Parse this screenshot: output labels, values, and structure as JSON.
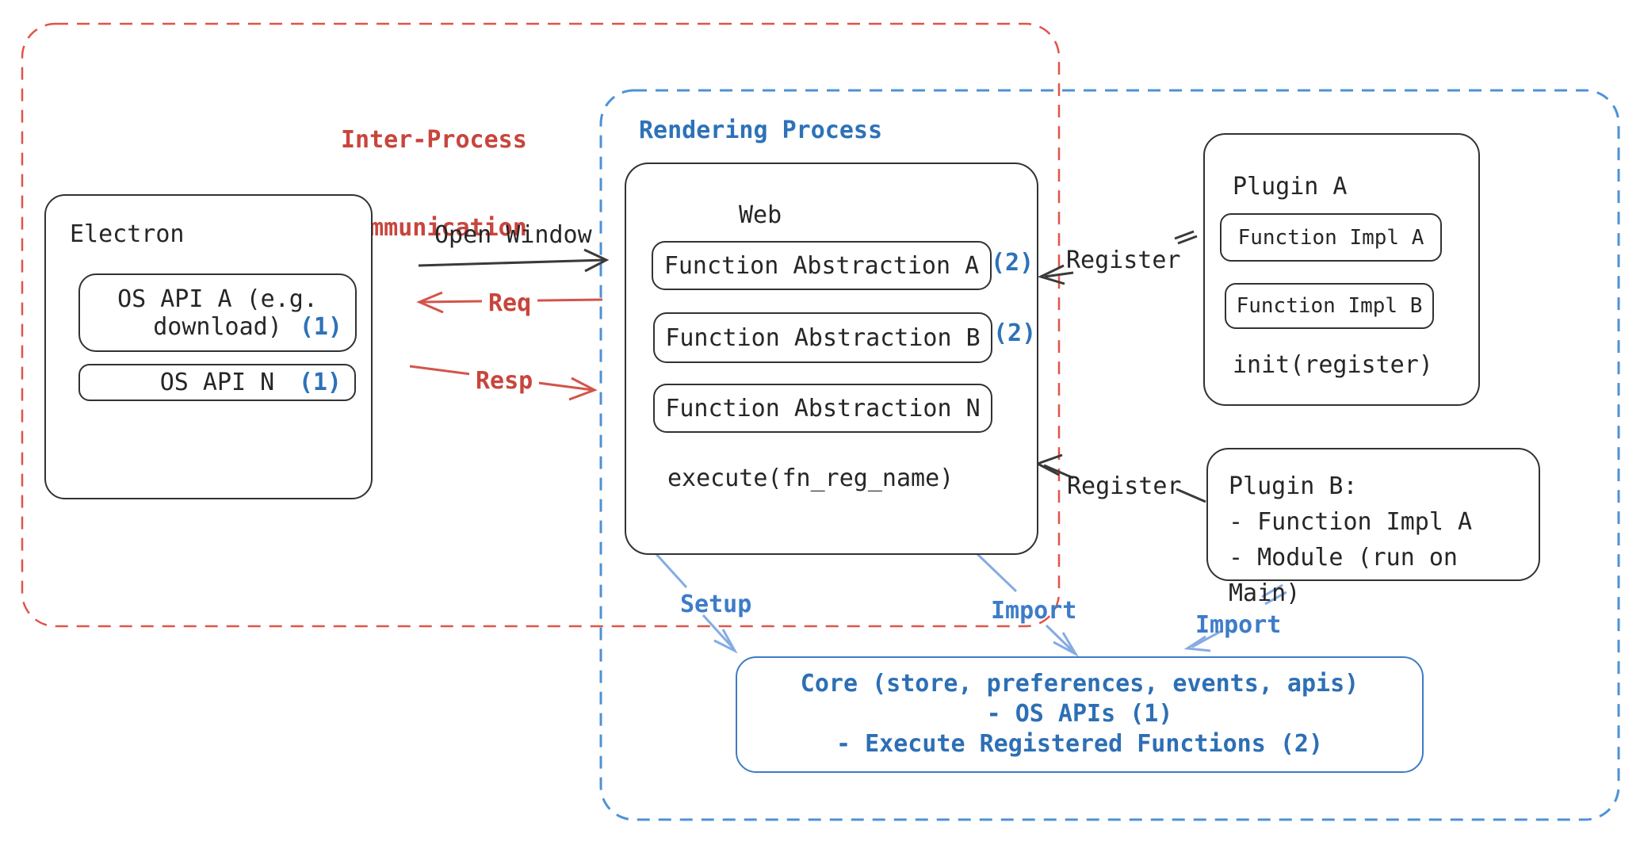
{
  "regions": {
    "ipc": {
      "label_line1": "Inter-Process",
      "label_line2": "Communication"
    },
    "rendering": {
      "label": "Rendering Process"
    }
  },
  "electron": {
    "title": "Electron",
    "api_a": {
      "line1": "OS API A (e.g.",
      "line2": "download)",
      "badge": "(1)"
    },
    "api_n": {
      "label": "OS API N",
      "badge": "(1)"
    }
  },
  "web": {
    "title": "Web",
    "fn_a": {
      "label": "Function Abstraction A",
      "badge": "(2)"
    },
    "fn_b": {
      "label": "Function Abstraction B",
      "badge": "(2)"
    },
    "fn_n": {
      "label": "Function Abstraction N"
    },
    "execute": "execute(fn_reg_name)"
  },
  "plugin_a": {
    "title": "Plugin A",
    "impl_a": "Function Impl A",
    "impl_b": "Function Impl B",
    "init": "init(register)"
  },
  "plugin_b": {
    "line1": "Plugin B:",
    "line2": "- Function Impl A",
    "line3": "- Module (run on Main)"
  },
  "core": {
    "line1": "Core (store, preferences, events, apis)",
    "line2": "- OS APIs (1)",
    "line3": "- Execute Registered Functions (2)"
  },
  "labels": {
    "open_window": "Open Window",
    "req": "Req",
    "resp": "Resp",
    "register_top": "Register",
    "register_bottom": "Register",
    "setup": "Setup",
    "import_web": "Import",
    "import_plugin": "Import"
  },
  "colors": {
    "red_dashed": "#e05449",
    "red_text": "#c8453d",
    "red_arrow": "#d4544b",
    "blue_dashed": "#4e92d6",
    "blue_text": "#2d72b8",
    "core_border": "#3c7cc4",
    "core_text": "#2d6fb5",
    "light_blue_arrow": "#85abe4",
    "black": "#262626"
  }
}
